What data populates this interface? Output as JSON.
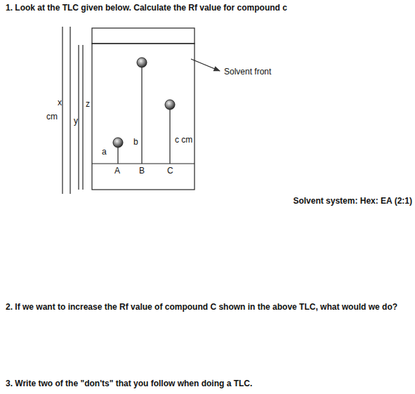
{
  "diagram": {
    "labels": [
      "1. Look at the TLC given below. Calculate the Rf value for compound c",
      "Solvent front",
      "x",
      "cm",
      "z",
      "y",
      "a",
      "b",
      "c cm",
      "A",
      "B",
      "C",
      "Solvent system: Hex: EA (2:1)",
      "2. If we want to increase the Rf value of compound C shown in the above TLC, what would we do?",
      "3. Write two of the \"don'ts\" that you follow when doing a TLC."
    ]
  }
}
